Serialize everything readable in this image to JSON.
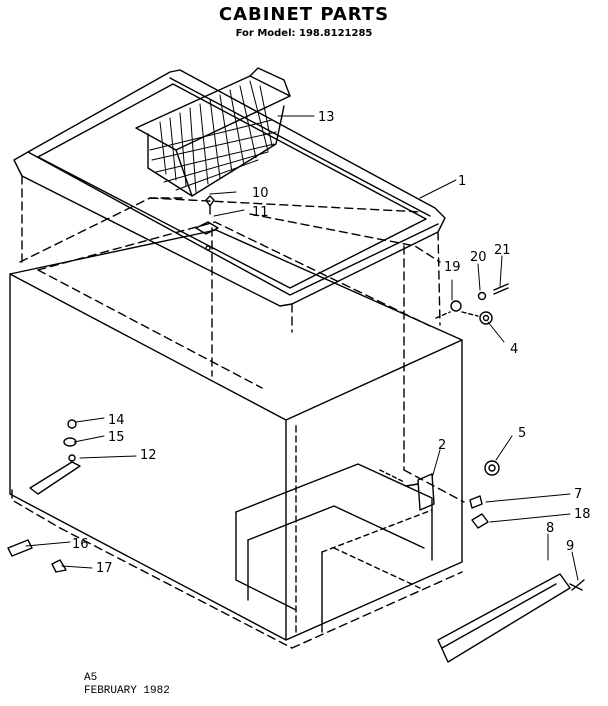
{
  "title": "CABINET PARTS",
  "subtitle": "For Model: 198.8121285",
  "footer": {
    "code": "A5",
    "date": "FEBRUARY 1982"
  },
  "callouts": [
    {
      "id": "1",
      "text": "1"
    },
    {
      "id": "2",
      "text": "2"
    },
    {
      "id": "4",
      "text": "4"
    },
    {
      "id": "5",
      "text": "5"
    },
    {
      "id": "7",
      "text": "7"
    },
    {
      "id": "8",
      "text": "8"
    },
    {
      "id": "9",
      "text": "9"
    },
    {
      "id": "10",
      "text": "10"
    },
    {
      "id": "11",
      "text": "11"
    },
    {
      "id": "12",
      "text": "12"
    },
    {
      "id": "13",
      "text": "13"
    },
    {
      "id": "14",
      "text": "14"
    },
    {
      "id": "15",
      "text": "15"
    },
    {
      "id": "16",
      "text": "16"
    },
    {
      "id": "17",
      "text": "17"
    },
    {
      "id": "18",
      "text": "18"
    },
    {
      "id": "19",
      "text": "19"
    },
    {
      "id": "20",
      "text": "20"
    },
    {
      "id": "21",
      "text": "21"
    }
  ]
}
